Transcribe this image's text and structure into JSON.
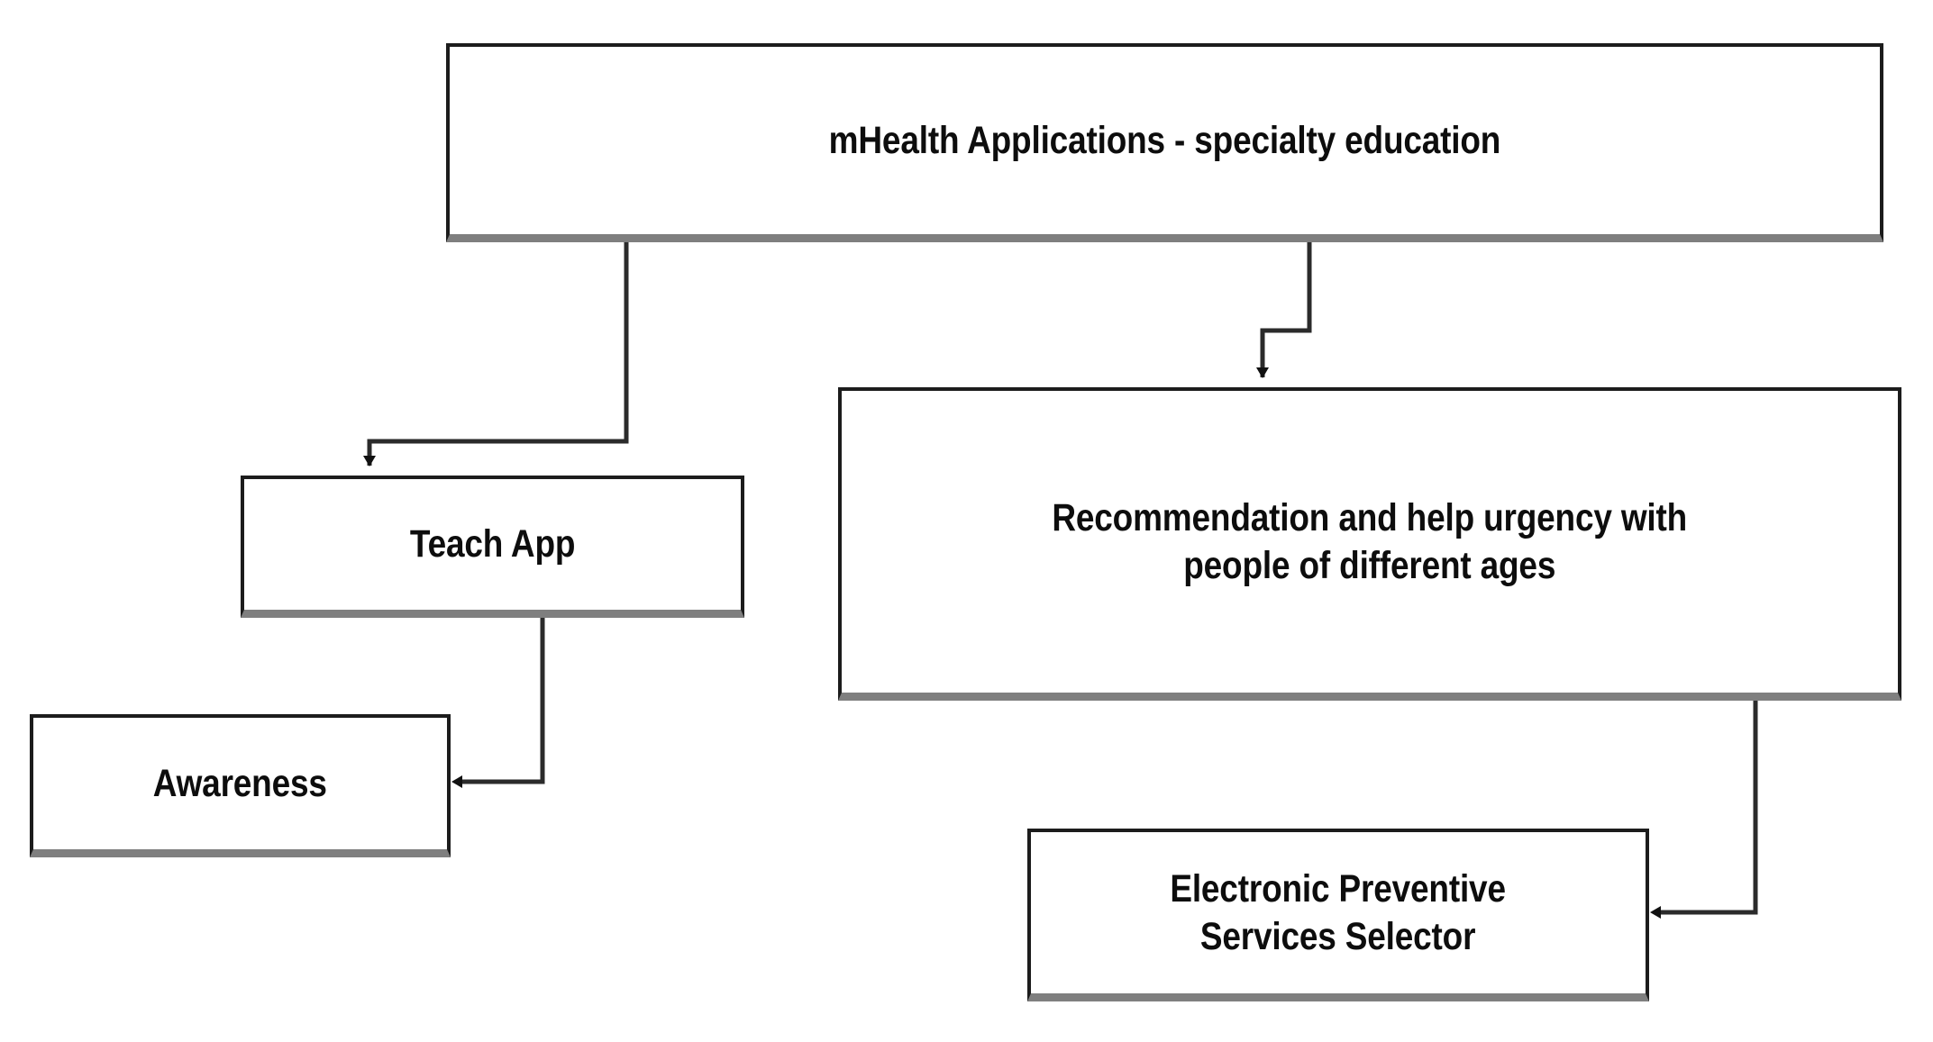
{
  "diagram": {
    "title_node": {
      "id": "root",
      "label": "mHealth Applications - specialty education"
    },
    "nodes": [
      {
        "id": "teach",
        "label": "Teach App"
      },
      {
        "id": "awareness",
        "label": "Awareness"
      },
      {
        "id": "recommendation",
        "label": "Recommendation and help urgency with\npeople of different ages"
      },
      {
        "id": "epss",
        "label": "Electronic Preventive\nServices Selector"
      }
    ],
    "edges": [
      {
        "id": "edge-root-teach",
        "from": "root",
        "to": "teach",
        "arrow": "down"
      },
      {
        "id": "edge-root-recommendation",
        "from": "root",
        "to": "recommendation",
        "arrow": "down"
      },
      {
        "id": "edge-teach-awareness",
        "from": "teach",
        "to": "awareness",
        "arrow": "left"
      },
      {
        "id": "edge-recommendation-epss",
        "from": "recommendation",
        "to": "epss",
        "arrow": "left"
      }
    ],
    "colors": {
      "box_border_dark": "#1c1c1c",
      "box_shadow_border": "#7f7f7f",
      "box_fill": "#ffffff",
      "text": "#0d0d0d",
      "connector": "#2b2b2b",
      "background": "#ffffff"
    }
  }
}
